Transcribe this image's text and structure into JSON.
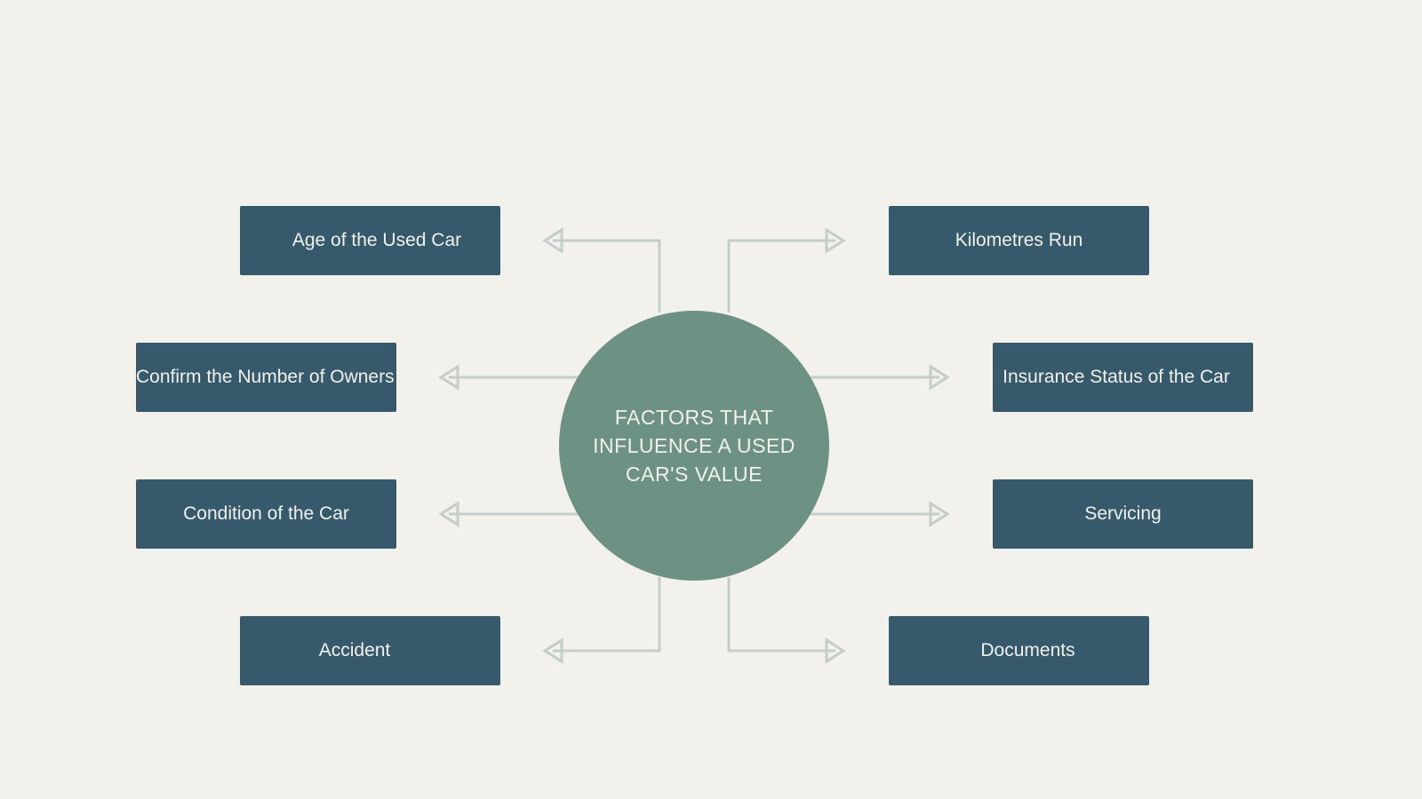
{
  "diagram": {
    "center": {
      "title": "FACTORS THAT INFLUENCE A USED CAR'S VALUE"
    },
    "factors": [
      {
        "label": "Age of the Used Car",
        "side": "left"
      },
      {
        "label": "Confirm the Number of Owners",
        "side": "left"
      },
      {
        "label": "Condition of the Car",
        "side": "left"
      },
      {
        "label": "Accident",
        "side": "left"
      },
      {
        "label": "Kilometres Run",
        "side": "right"
      },
      {
        "label": "Insurance Status of the Car",
        "side": "right"
      },
      {
        "label": "Servicing",
        "side": "right"
      },
      {
        "label": "Documents",
        "side": "right"
      }
    ],
    "colors": {
      "background": "#f2f1ec",
      "box": "#36596b",
      "circle": "#6d9184",
      "connector": "#c5cdcb",
      "text": "#f1f1ec"
    }
  }
}
